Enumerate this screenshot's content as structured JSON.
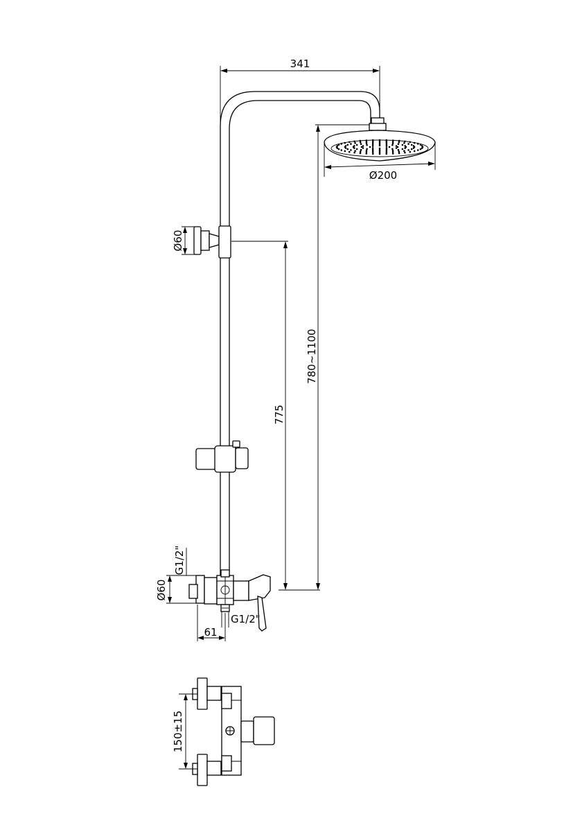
{
  "dimensions": {
    "arm_length": "341",
    "head_diameter": "Ø200",
    "height_range": "780~1100",
    "rail_length": "775",
    "wall_bracket_diameter": "Ø60",
    "mixer_flange_diameter": "Ø60",
    "inlet_thread_side": "G1/2\"",
    "outlet_thread_bottom": "G1/2\"",
    "mixer_depth": "61",
    "inlet_spacing": "150±15"
  }
}
